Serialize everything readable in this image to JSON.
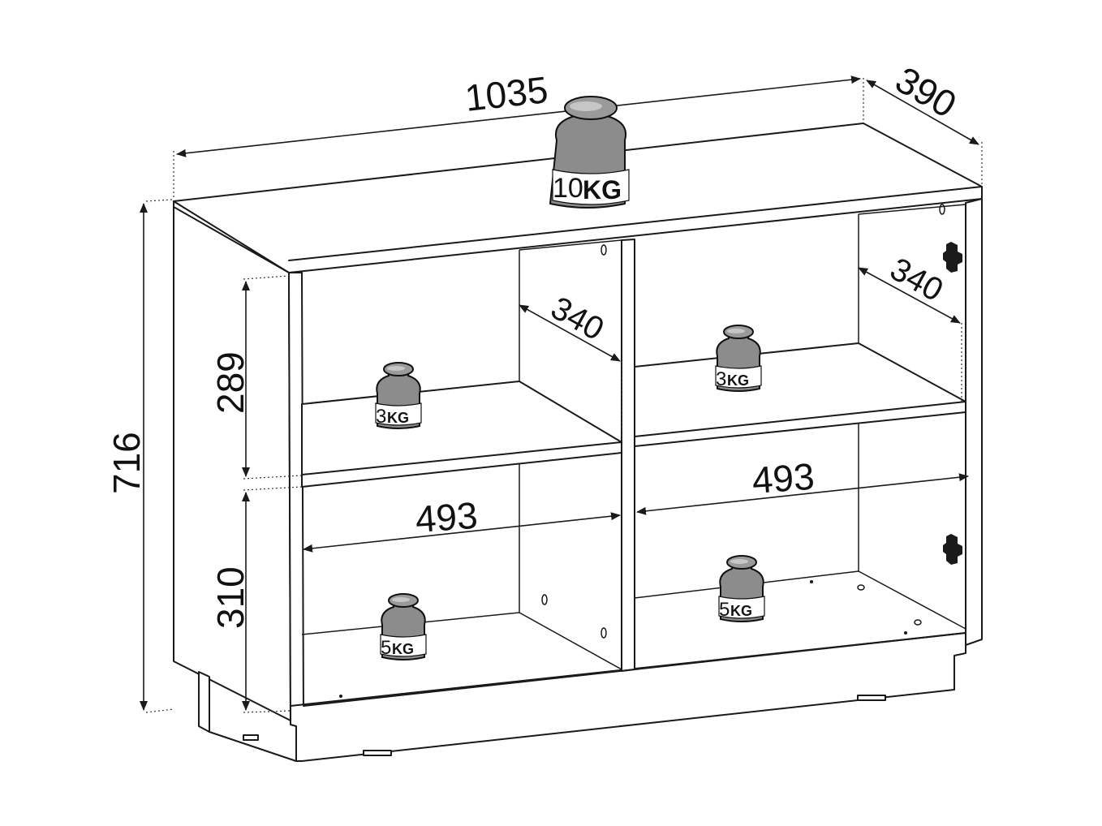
{
  "dimensions": {
    "width": "1035",
    "depth": "390",
    "height": "716",
    "upper_shelf_height": "289",
    "lower_shelf_height": "310",
    "inner_depth_left": "340",
    "inner_depth_right": "340",
    "inner_width_left": "493",
    "inner_width_right": "493"
  },
  "weights": {
    "top": {
      "number": "10",
      "unit": "KG"
    },
    "upper_left": {
      "number": "3",
      "unit": "KG"
    },
    "upper_right": {
      "number": "3",
      "unit": "KG"
    },
    "lower_left": {
      "number": "5",
      "unit": "KG"
    },
    "lower_right": {
      "number": "5",
      "unit": "KG"
    }
  }
}
